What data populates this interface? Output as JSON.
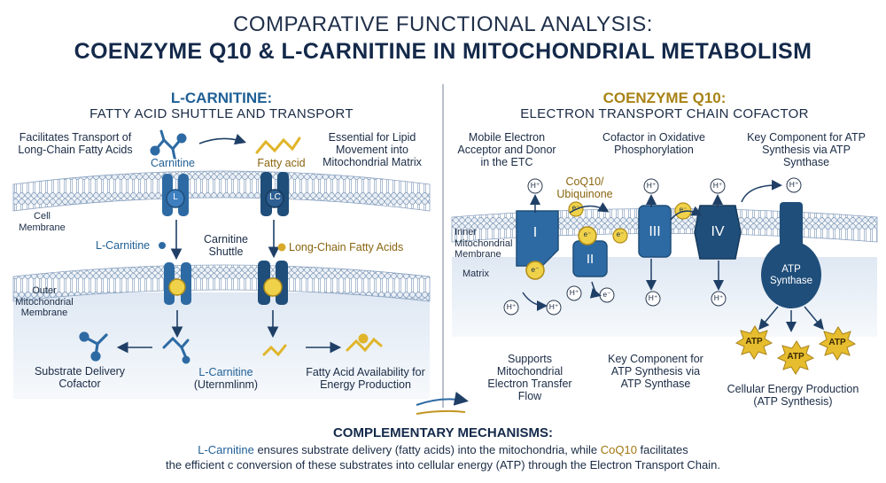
{
  "header": {
    "title_line1": "COMPARATIVE FUNCTIONAL ANALYSIS:",
    "title_line2": "COENZYME Q10 & L-CARNITINE IN MITOCHONDRIAL METABOLISM"
  },
  "left": {
    "title": "L-CARNITINE:",
    "subtitle": "FATTY ACID SHUTTLE AND TRANSPORT",
    "facilitates": "Facilitates Transport of Long-Chain Fatty Acids",
    "carnitine": "Carnitine",
    "fatty_acid": "Fatty acid",
    "essential": "Essential for Lipid Movement into Mitochondrial Matrix",
    "cell_membrane": "Cell Membrane",
    "l_carnitine_dot": "L-Carnitine",
    "carnitine_shuttle": "Carnitine Shuttle",
    "long_chain": "Long-Chain Fatty Acids",
    "outer_membrane": "Outer Mitochondrial Membrane",
    "substrate": "Substrate Delivery Cofactor",
    "l_carnitine_bottom": "L-Carnitine",
    "garbled": "(Uternmlinm)",
    "fatty_availability": "Fatty Acid Availability for Energy Production",
    "transporter_l": "L",
    "transporter_lc": "LC"
  },
  "right": {
    "title": "COENZYME Q10:",
    "subtitle": "ELECTRON TRANSPORT CHAIN COFACTOR",
    "mobile": "Mobile Electron Acceptor and Donor in the ETC",
    "cofactor": "Cofactor in Oxidative Phosphorylation",
    "key_top": "Key Component for ATP Synthesis via ATP Synthase",
    "coq10": "CoQ10/ Ubiquinone",
    "inner_membrane": "Inner Mitochondrial Membrane",
    "matrix": "Matrix",
    "complex_1": "I",
    "complex_2": "II",
    "complex_3": "III",
    "complex_4": "IV",
    "atp_synthase": "ATP Synthase",
    "hplus": "H⁺",
    "eminus": "e⁻",
    "atp": "ATP",
    "supports": "Supports Mitochondrial Electron Transfer Flow",
    "key_bottom": "Key Component for ATP Synthesis via ATP Synthase",
    "cellular": "Cellular Energy Production (ATP Synthesis)"
  },
  "footer": {
    "title": "COMPLEMENTARY MECHANISMS:",
    "l1_a": "L-Carnitine",
    "l1_b": " ensures substrate delivery (fatty acids) into the mitochondria, while ",
    "l1_c": "CoQ10",
    "l1_d": " facilitates",
    "line2": "the efficient c conversion of these substrates into cellular energy (ATP) through the Electron Transport Chain."
  },
  "colors": {
    "navy": "#1f4e7a",
    "blue": "#2d6aa3",
    "gold": "#e8c43a",
    "membrane": "#b9c9dc"
  }
}
